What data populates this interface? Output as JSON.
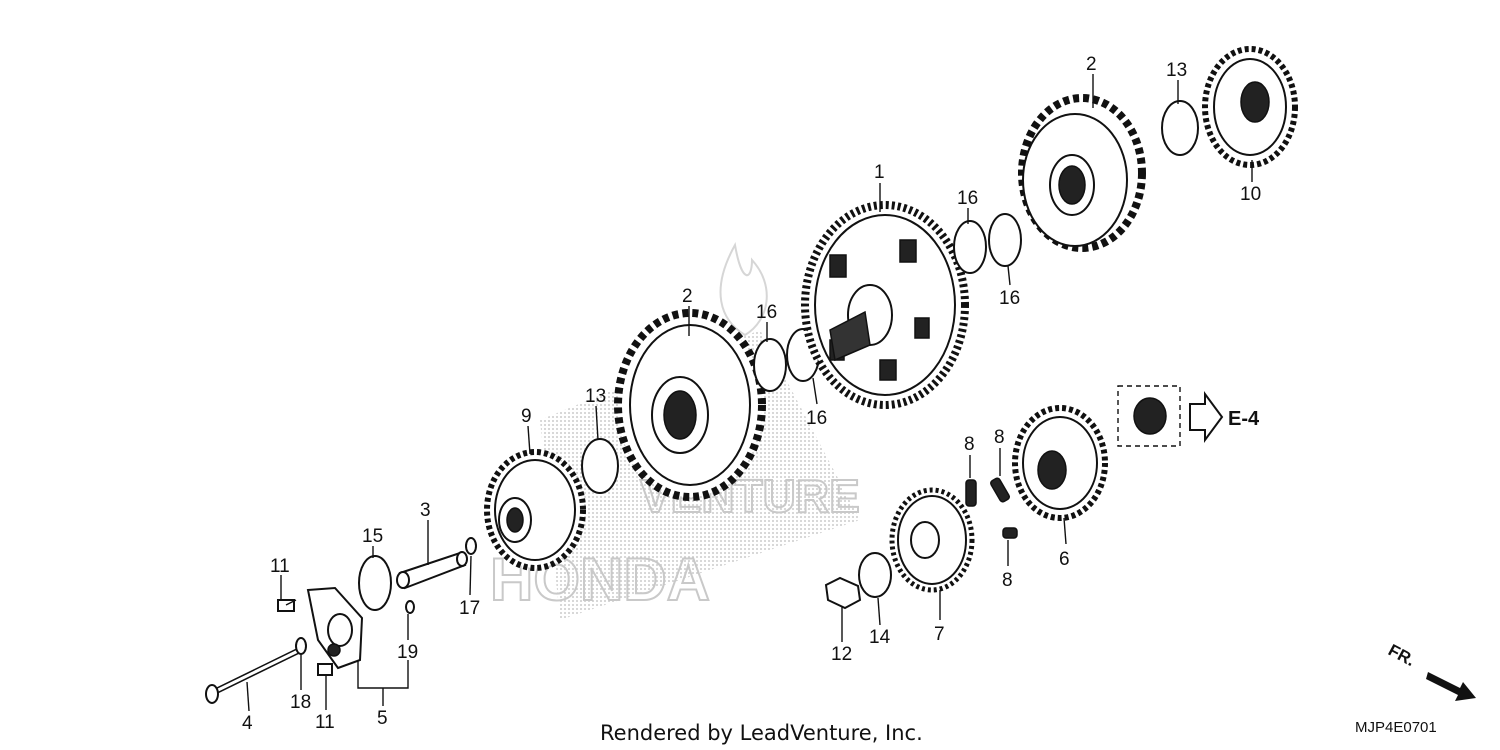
{
  "diagram": {
    "callouts": [
      "1",
      "2",
      "2",
      "3",
      "4",
      "5",
      "6",
      "7",
      "8",
      "8",
      "8",
      "9",
      "10",
      "11",
      "11",
      "12",
      "13",
      "13",
      "14",
      "15",
      "16",
      "16",
      "16",
      "16",
      "17",
      "18",
      "19"
    ],
    "reference_label": "E-4",
    "direction_label": "FR.",
    "footer": "Rendered by LeadVenture, Inc.",
    "diagram_code": "MJP4E0701",
    "watermark_top": "VENTURE",
    "watermark_bottom": "HONDA",
    "colors": {
      "line": "#111111",
      "watermark": "#c9c9c9",
      "background": "#ffffff"
    }
  }
}
